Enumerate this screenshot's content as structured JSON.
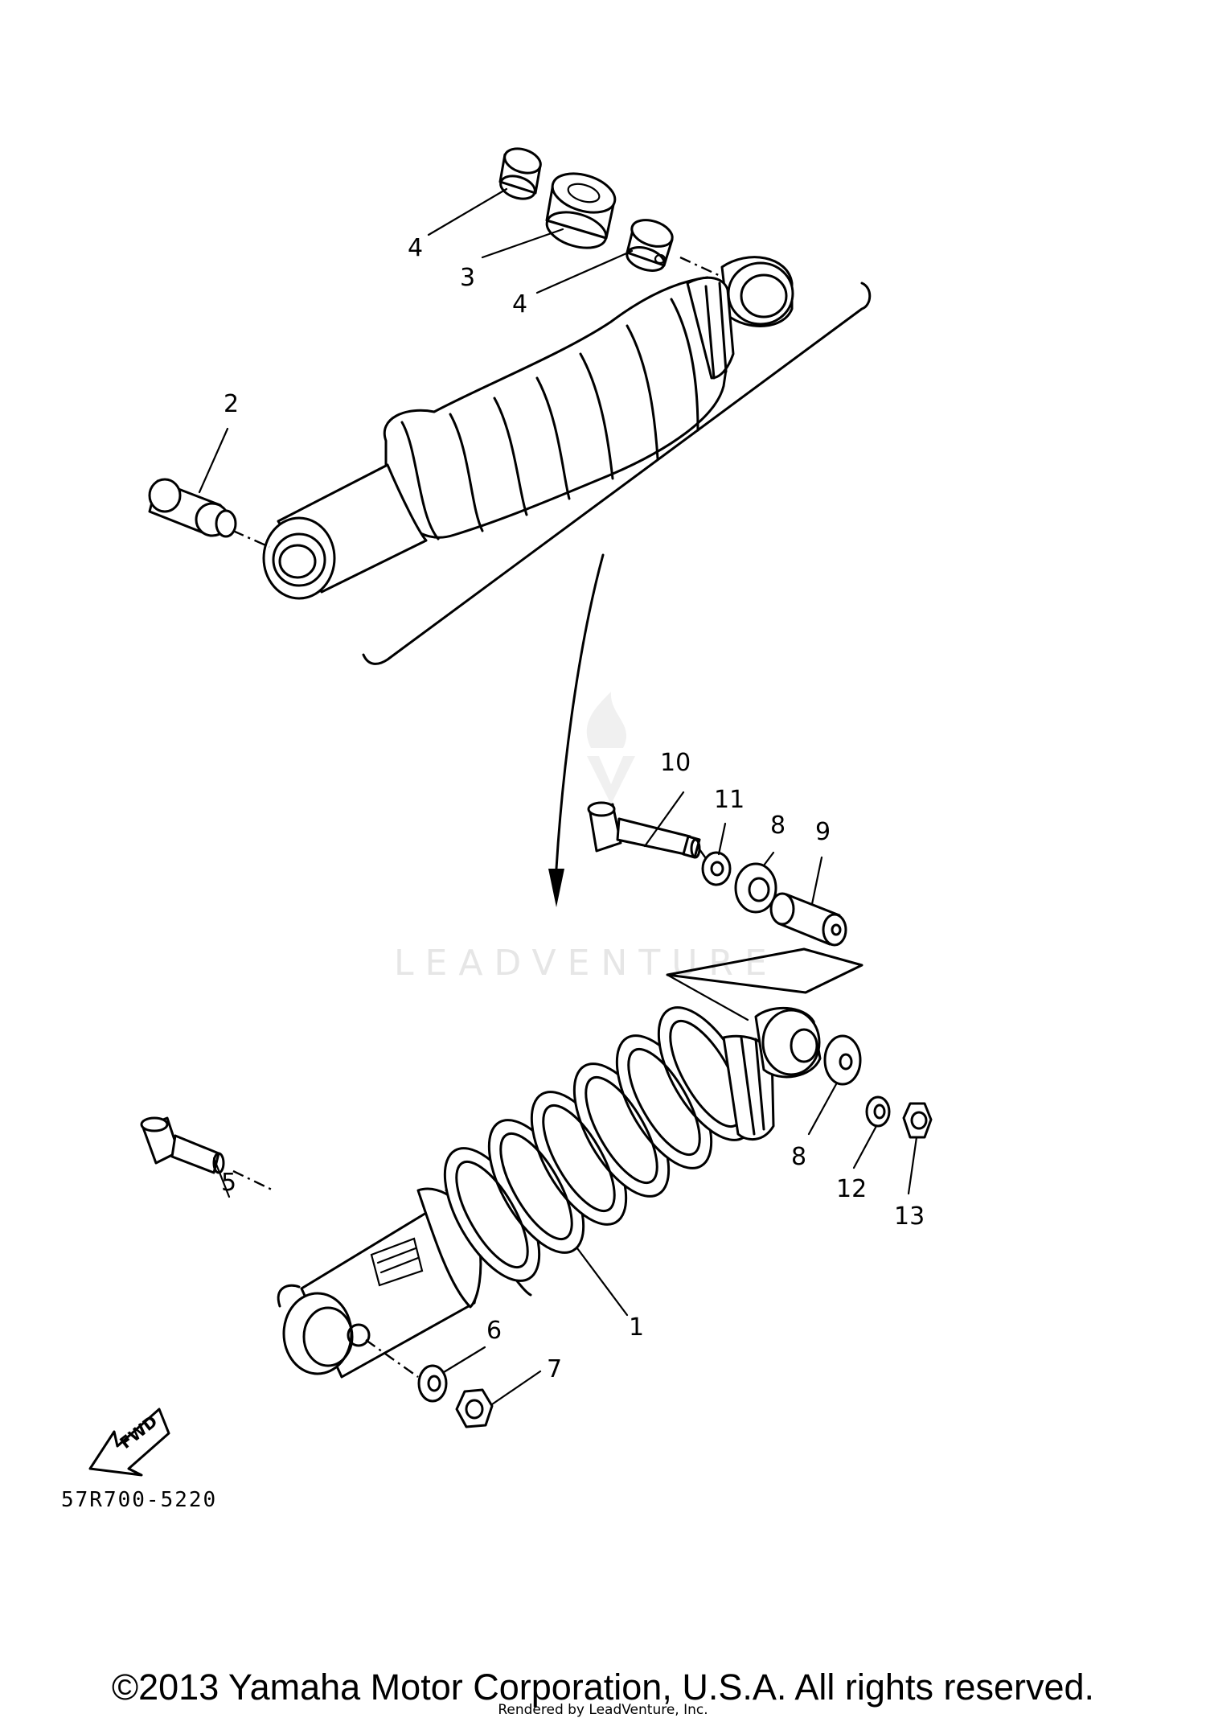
{
  "diagram": {
    "callouts": {
      "c1": "1",
      "c2": "2",
      "c3": "3",
      "c4a": "4",
      "c4b": "4",
      "c5": "5",
      "c6": "6",
      "c7": "7",
      "c8a": "8",
      "c8b": "8",
      "c9": "9",
      "c10": "10",
      "c11": "11",
      "c12": "12",
      "c13": "13"
    },
    "fwd_label": "FWD",
    "drawing_code": "57R700-5220",
    "watermark": "LEADVENTURE"
  },
  "footer": {
    "copyright": "©2013 Yamaha Motor Corporation, U.S.A. All rights reserved.",
    "rendered_by": "Rendered by LeadVenture, Inc."
  }
}
